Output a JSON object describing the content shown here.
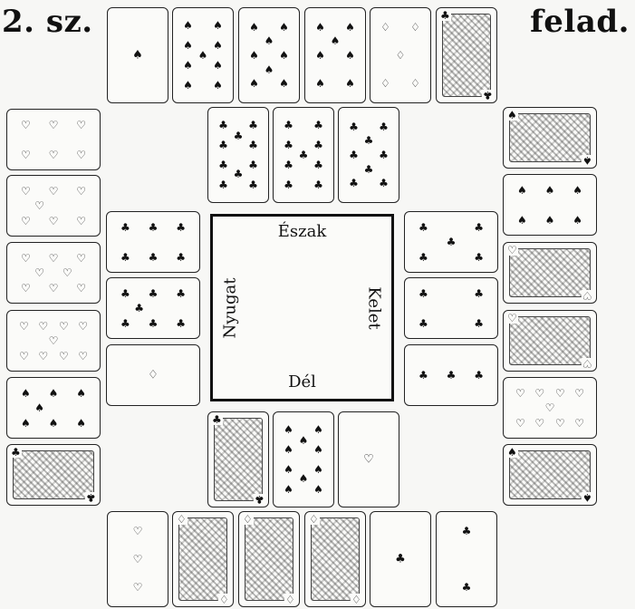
{
  "title": {
    "left": "2. sz.",
    "right": "felad."
  },
  "center": {
    "north": "Észak",
    "west": "Nyugat",
    "east": "Kelet",
    "south": "Dél"
  },
  "suits": {
    "spades": "♠",
    "clubs": "♣",
    "hearts": "♡",
    "diamonds": "♢"
  },
  "hands": {
    "north": [
      {
        "suit": "spades",
        "rank": "A"
      },
      {
        "suit": "spades",
        "rank": "9"
      },
      {
        "suit": "spades",
        "rank": "8"
      },
      {
        "suit": "spades",
        "rank": "7"
      },
      {
        "suit": "diamonds",
        "rank": "5"
      },
      {
        "suit": "clubs",
        "rank": "K"
      }
    ],
    "north_inner": [
      {
        "suit": "clubs",
        "rank": "10"
      },
      {
        "suit": "clubs",
        "rank": "9"
      },
      {
        "suit": "clubs",
        "rank": "8"
      }
    ],
    "west_outer": [
      {
        "suit": "hearts",
        "rank": "6"
      },
      {
        "suit": "hearts",
        "rank": "7"
      },
      {
        "suit": "hearts",
        "rank": "8"
      },
      {
        "suit": "hearts",
        "rank": "9"
      },
      {
        "suit": "spades",
        "rank": "7"
      },
      {
        "suit": "clubs",
        "rank": "K"
      }
    ],
    "west_inner": [
      {
        "suit": "clubs",
        "rank": "6"
      },
      {
        "suit": "clubs",
        "rank": "7"
      },
      {
        "suit": "diamonds",
        "rank": "A"
      }
    ],
    "east_inner": [
      {
        "suit": "clubs",
        "rank": "5"
      },
      {
        "suit": "clubs",
        "rank": "4"
      },
      {
        "suit": "clubs",
        "rank": "3"
      }
    ],
    "east_outer": [
      {
        "suit": "spades",
        "rank": "K"
      },
      {
        "suit": "spades",
        "rank": "6"
      },
      {
        "suit": "hearts",
        "rank": "K"
      },
      {
        "suit": "hearts",
        "rank": "Q"
      },
      {
        "suit": "hearts",
        "rank": "9"
      },
      {
        "suit": "spades",
        "rank": "J"
      }
    ],
    "south_inner": [
      {
        "suit": "clubs",
        "rank": "Q"
      },
      {
        "suit": "spades",
        "rank": "10"
      },
      {
        "suit": "hearts",
        "rank": "A"
      }
    ],
    "south": [
      {
        "suit": "hearts",
        "rank": "3"
      },
      {
        "suit": "diamonds",
        "rank": "K"
      },
      {
        "suit": "diamonds",
        "rank": "Q"
      },
      {
        "suit": "diamonds",
        "rank": "J"
      },
      {
        "suit": "clubs",
        "rank": "A"
      },
      {
        "suit": "clubs",
        "rank": "2"
      }
    ]
  }
}
